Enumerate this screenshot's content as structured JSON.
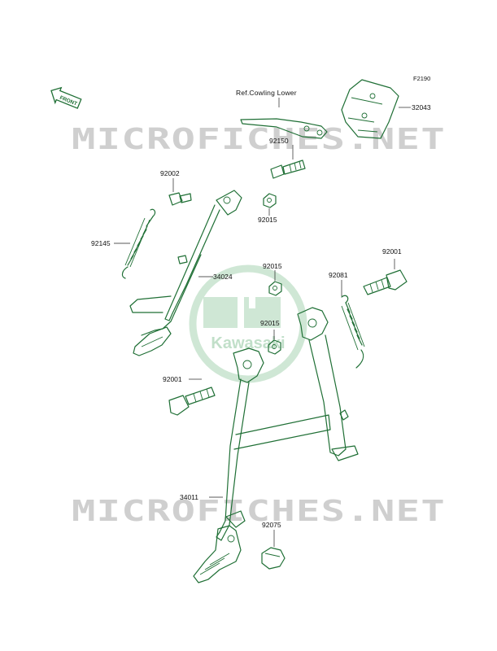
{
  "diagram": {
    "code": "F2190",
    "reference_note": "Ref.Cowling Lower",
    "front_badge": "FRONT",
    "watermark": "MICROFICHES.NET",
    "logo_text": "Kawasaki",
    "colors": {
      "part_line": "#1f6f35",
      "watermark": "#cfcfcf",
      "logo": "#a9d4b4",
      "text": "#111111"
    },
    "parts": [
      {
        "id": "p32043",
        "number": "32043"
      },
      {
        "id": "p92150",
        "number": "92150"
      },
      {
        "id": "p92002",
        "number": "92002"
      },
      {
        "id": "p92015a",
        "number": "92015"
      },
      {
        "id": "p92145",
        "number": "92145"
      },
      {
        "id": "p34024",
        "number": "34024"
      },
      {
        "id": "p92015b",
        "number": "92015"
      },
      {
        "id": "p92001a",
        "number": "92001"
      },
      {
        "id": "p92081",
        "number": "92081"
      },
      {
        "id": "p92015c",
        "number": "92015"
      },
      {
        "id": "p92001b",
        "number": "92001"
      },
      {
        "id": "p34011",
        "number": "34011"
      },
      {
        "id": "p92075",
        "number": "92075"
      }
    ]
  }
}
